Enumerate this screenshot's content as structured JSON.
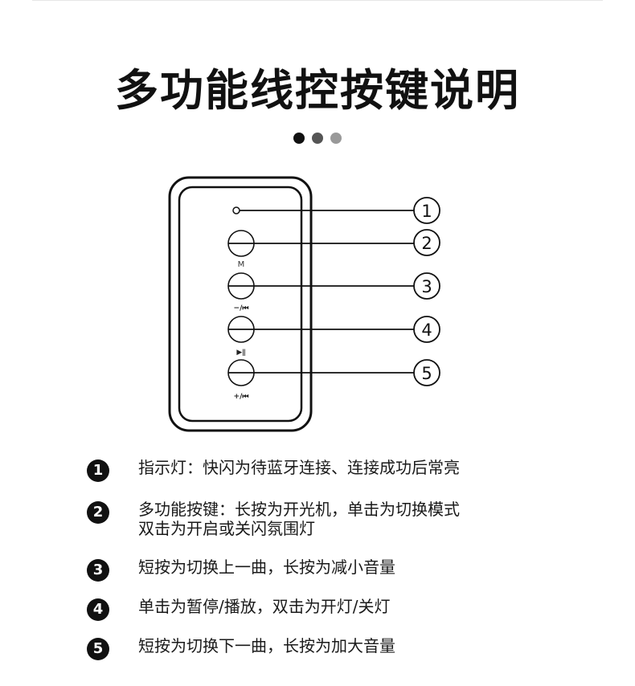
{
  "title": "多功能线控按键说明",
  "dots": [
    "#111111",
    "#555555",
    "#999999"
  ],
  "buttons": [
    {
      "num": "1",
      "symbol": "",
      "kind": "led"
    },
    {
      "num": "2",
      "symbol": "M",
      "kind": "button"
    },
    {
      "num": "3",
      "symbol": "−/⏮",
      "kind": "button"
    },
    {
      "num": "4",
      "symbol": "▶ǁ",
      "kind": "button"
    },
    {
      "num": "5",
      "symbol": "+/⏮",
      "kind": "button"
    }
  ],
  "items": [
    {
      "badge": "1",
      "lines": [
        "指示灯：快闪为待蓝牙连接、连接成功后常亮"
      ]
    },
    {
      "badge": "2",
      "lines": [
        "多功能按键：长按为开光机，单击为切换模式",
        "双击为开启或关闪氛围灯"
      ]
    },
    {
      "badge": "3",
      "lines": [
        "短按为切换上一曲，长按为减小音量"
      ]
    },
    {
      "badge": "4",
      "lines": [
        "单击为暂停/播放，双击为开灯/关灯"
      ]
    },
    {
      "badge": "5",
      "lines": [
        "短按为切换下一曲，长按为加大音量"
      ]
    }
  ]
}
